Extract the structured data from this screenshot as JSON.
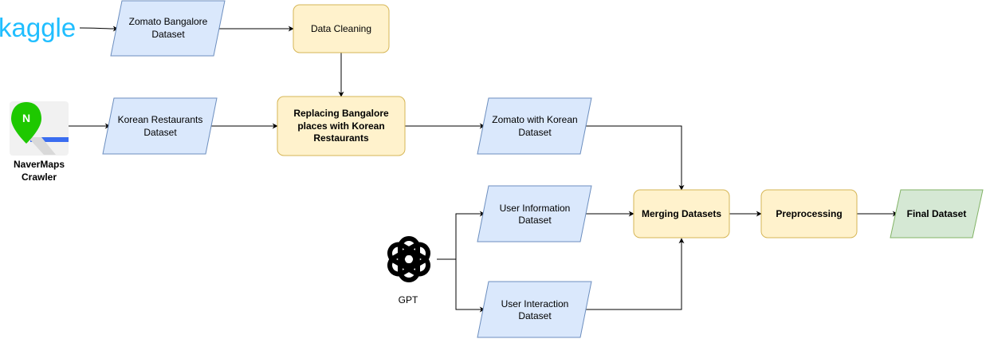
{
  "colors": {
    "data_fill": "#dae8fc",
    "data_stroke": "#6c8ebf",
    "proc_fill": "#fff2cc",
    "proc_stroke": "#d6b656",
    "final_fill": "#d5e8d4",
    "final_stroke": "#82b366",
    "kaggle_blue": "#20beff",
    "naver_green": "#1ec800",
    "naver_blue": "#3a6df0"
  },
  "sources": {
    "kaggle": {
      "logo_text": "kaggle"
    },
    "navermaps": {
      "pin_letter": "N",
      "line1": "NaverMaps",
      "line2": "Crawler"
    },
    "gpt": {
      "label": "GPT"
    }
  },
  "nodes": {
    "zomato": {
      "line1": "Zomato Bangalore",
      "line2": "Dataset"
    },
    "cleaning": {
      "line1": "Data Cleaning"
    },
    "korean": {
      "line1": "Korean Restaurants",
      "line2": "Dataset"
    },
    "replacing": {
      "line1": "Replacing Bangalore",
      "line2": "places with Korean",
      "line3": "Restaurants"
    },
    "zomato_korean": {
      "line1": "Zomato with Korean",
      "line2": "Dataset"
    },
    "user_info": {
      "line1": "User Information",
      "line2": "Dataset"
    },
    "user_inter": {
      "line1": "User Interaction",
      "line2": "Dataset"
    },
    "merging": {
      "line1": "Merging Datasets"
    },
    "preproc": {
      "line1": "Preprocessing"
    },
    "final": {
      "line1": "Final Dataset"
    }
  }
}
